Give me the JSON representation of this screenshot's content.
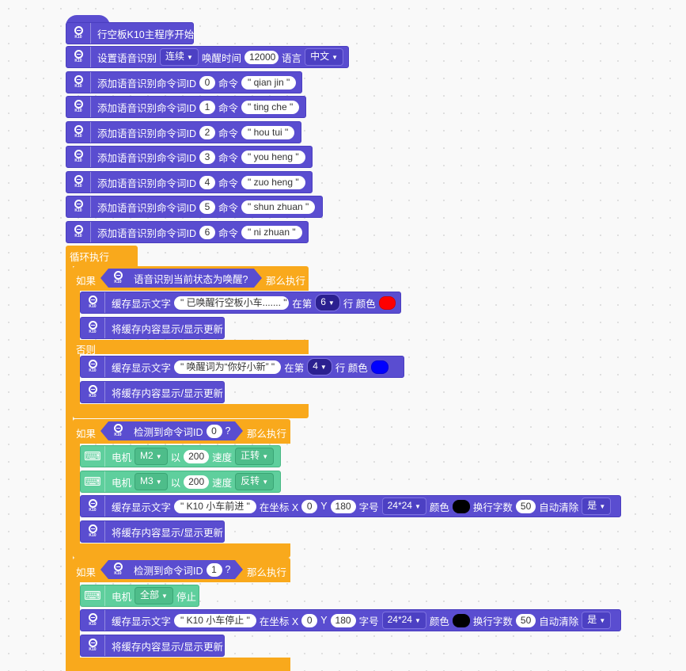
{
  "hat": {
    "label": "行空板K10主程序开始"
  },
  "setup": {
    "prefix": "设置语音识别",
    "mode": "连续",
    "wake_label": "唤醒时间",
    "wake_time": "12000",
    "lang_label": "语言",
    "lang": "中文"
  },
  "commands": [
    {
      "prefix": "添加语音识别命令词ID",
      "id": "0",
      "cmd_label": "命令",
      "word": "\" qian jin \""
    },
    {
      "prefix": "添加语音识别命令词ID",
      "id": "1",
      "cmd_label": "命令",
      "word": "\" ting che \""
    },
    {
      "prefix": "添加语音识别命令词ID",
      "id": "2",
      "cmd_label": "命令",
      "word": "\" hou tui \""
    },
    {
      "prefix": "添加语音识别命令词ID",
      "id": "3",
      "cmd_label": "命令",
      "word": "\" you heng \""
    },
    {
      "prefix": "添加语音识别命令词ID",
      "id": "4",
      "cmd_label": "命令",
      "word": "\" zuo heng \""
    },
    {
      "prefix": "添加语音识别命令词ID",
      "id": "5",
      "cmd_label": "命令",
      "word": "\" shun zhuan \""
    },
    {
      "prefix": "添加语音识别命令词ID",
      "id": "6",
      "cmd_label": "命令",
      "word": "\" ni zhuan \""
    }
  ],
  "loop": {
    "label": "循环执行"
  },
  "if1": {
    "if_label": "如果",
    "cond": "语音识别当前状态为唤醒?",
    "then_label": "那么执行",
    "else_label": "否则",
    "show1": {
      "prefix": "缓存显示文字",
      "text": "\" 已唤醒行空板小车....... \"",
      "row_label": "在第",
      "row": "6",
      "row_suffix": "行 颜色",
      "color": "#ff0000"
    },
    "update1": "将缓存内容显示/显示更新",
    "show2": {
      "prefix": "缓存显示文字",
      "text": "\" 唤醒词为“你好小新” \"",
      "row_label": "在第",
      "row": "4",
      "row_suffix": "行 颜色",
      "color": "#0000ff"
    },
    "update2": "将缓存内容显示/显示更新"
  },
  "if2": {
    "if_label": "如果",
    "cond": "检测到命令词ID",
    "id": "0",
    "q": "?",
    "then_label": "那么执行",
    "motor1": {
      "label": "电机",
      "motor": "M2",
      "by": "以",
      "speed": "200",
      "speed_label": "速度",
      "dir": "正转"
    },
    "motor2": {
      "label": "电机",
      "motor": "M3",
      "by": "以",
      "speed": "200",
      "speed_label": "速度",
      "dir": "反转"
    },
    "show": {
      "prefix": "缓存显示文字",
      "text": "\" K10 小车前进 \"",
      "xy_label": "在坐标 X",
      "x": "0",
      "y_label": "Y",
      "y": "180",
      "size_label": "字号",
      "size": "24*24",
      "color_label": "颜色",
      "color": "#000000",
      "wrap_label": "换行字数",
      "wrap": "50",
      "clear_label": "自动清除",
      "clear": "是"
    },
    "update": "将缓存内容显示/显示更新"
  },
  "if3": {
    "if_label": "如果",
    "cond": "检测到命令词ID",
    "id": "1",
    "q": "?",
    "then_label": "那么执行",
    "motor": {
      "label": "电机",
      "motor": "全部",
      "action": "停止"
    },
    "show": {
      "prefix": "缓存显示文字",
      "text": "\" K10 小车停止 \"",
      "xy_label": "在坐标 X",
      "x": "0",
      "y_label": "Y",
      "y": "180",
      "size_label": "字号",
      "size": "24*24",
      "color_label": "颜色",
      "color": "#000000",
      "wrap_label": "换行字数",
      "wrap": "50",
      "clear_label": "自动清除",
      "clear": "是"
    },
    "update": "将缓存内容显示/显示更新"
  }
}
